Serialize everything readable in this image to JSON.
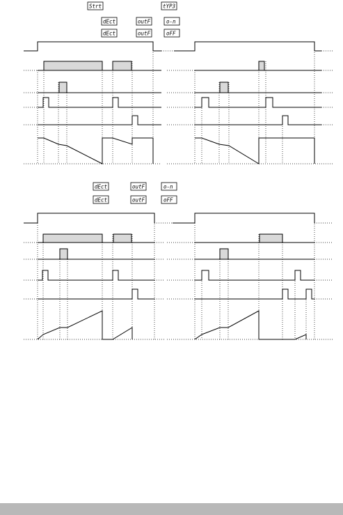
{
  "top_labels": {
    "row1": [
      "Strt",
      "tYP3"
    ],
    "row2": [
      "dEct",
      "outF",
      "o-n"
    ],
    "row3": [
      "dEct",
      "outF",
      "oFF"
    ]
  },
  "bottom_labels": {
    "row1": [
      "dEct",
      "outF",
      "o-n"
    ],
    "row2": [
      "dEct",
      "outF",
      "oFF"
    ]
  },
  "colors": {
    "line": "#000000",
    "fill": "#d9d9d9",
    "band": "#b8b8b8"
  }
}
